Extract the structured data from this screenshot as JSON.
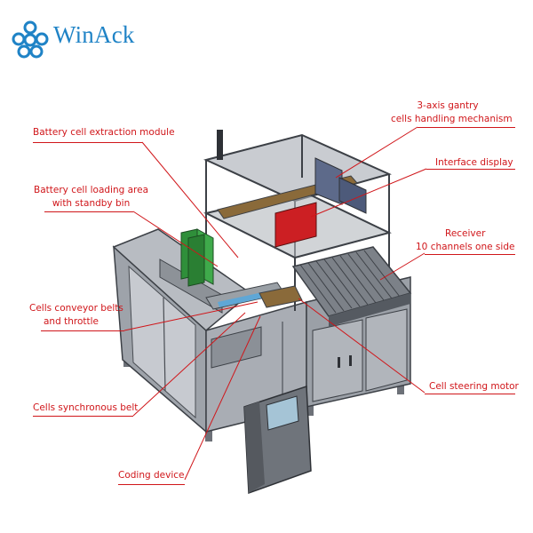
{
  "brand": {
    "name": "WinAck",
    "color": "#1f83c6"
  },
  "accent_color": "#d0161a",
  "callouts": {
    "extraction_module": "Battery cell extraction module",
    "loading_area_line1": "Battery cell loading area",
    "loading_area_line2": "with standby bin",
    "conveyor_line1": "Cells conveyor belts",
    "conveyor_line2": "and throttle",
    "synchronous_belt": "Cells synchronous belt",
    "coding_device": "Coding device",
    "gantry_line1": "3-axis gantry",
    "gantry_line2": "cells handling mechanism",
    "interface_display": "Interface display",
    "receiver_line1": "Receiver",
    "receiver_line2": "10 channels one side",
    "steering_motor": "Cell steering motor"
  }
}
